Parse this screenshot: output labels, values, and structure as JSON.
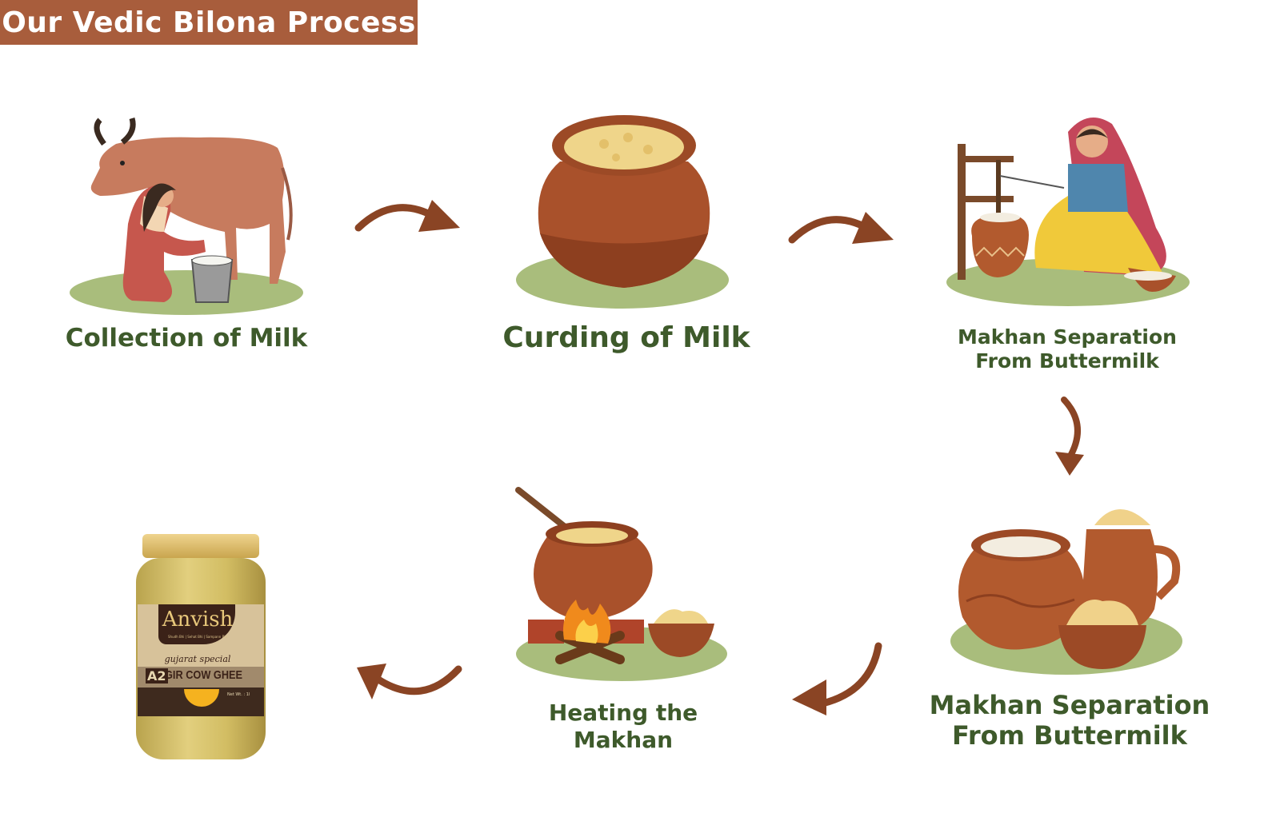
{
  "title": "Our Vedic Bilona Process",
  "steps": [
    {
      "label": "Collection of Milk"
    },
    {
      "label": "Curding of Milk"
    },
    {
      "label_line1": "Makhan Separation",
      "label_line2": "From Buttermilk"
    },
    {
      "label_line1": "Makhan Separation",
      "label_line2": "From Buttermilk"
    },
    {
      "label_line1": "Heating the",
      "label_line2": "Makhan"
    }
  ],
  "product": {
    "brand": "Anvish",
    "tagline": "Shudh Bhi | Sehat Bhi | Sampann Bhi",
    "subtitle": "gujarat special",
    "badge": "A2",
    "name": "GIR COW GHEE",
    "net_wt": "Net Wt. : 1l"
  },
  "colors": {
    "title_bg": "#a85d3c",
    "label": "#3e5a2b",
    "arrow": "#8a4424",
    "ground": "#a9bd7c",
    "clay": "#b25a2e"
  }
}
